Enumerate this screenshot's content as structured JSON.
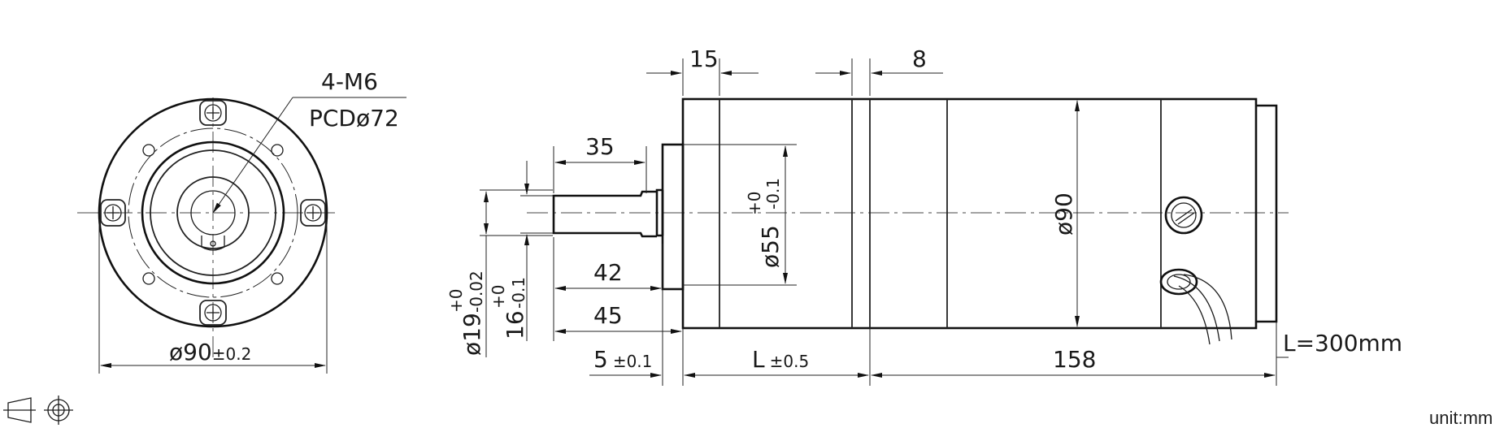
{
  "front_view": {
    "thread_label": "4-M6",
    "pcd_label": "PCDø72",
    "diameter_label": "ø90",
    "diameter_tol": "±0.2"
  },
  "side_view": {
    "dim_15": "15",
    "dim_8": "8",
    "dim_35": "35",
    "dim_42": "42",
    "dim_45": "45",
    "dim_5": "5",
    "dim_5_tol": "±0.1",
    "dim_L": "L",
    "dim_L_tol": "±0.5",
    "dim_158": "158",
    "dia_19": "ø19",
    "dia_19_tol_upper": "+0",
    "dia_19_tol_lower": "-0.02",
    "dim_16": "16",
    "dim_16_tol_upper": "+0",
    "dim_16_tol_lower": "-0.1",
    "dia_55": "ø55",
    "dia_55_tol_upper": "+0",
    "dia_55_tol_lower": "-0.1",
    "dia_90": "ø90",
    "cable_length": "L=300mm"
  },
  "unit_label": "unit:mm"
}
